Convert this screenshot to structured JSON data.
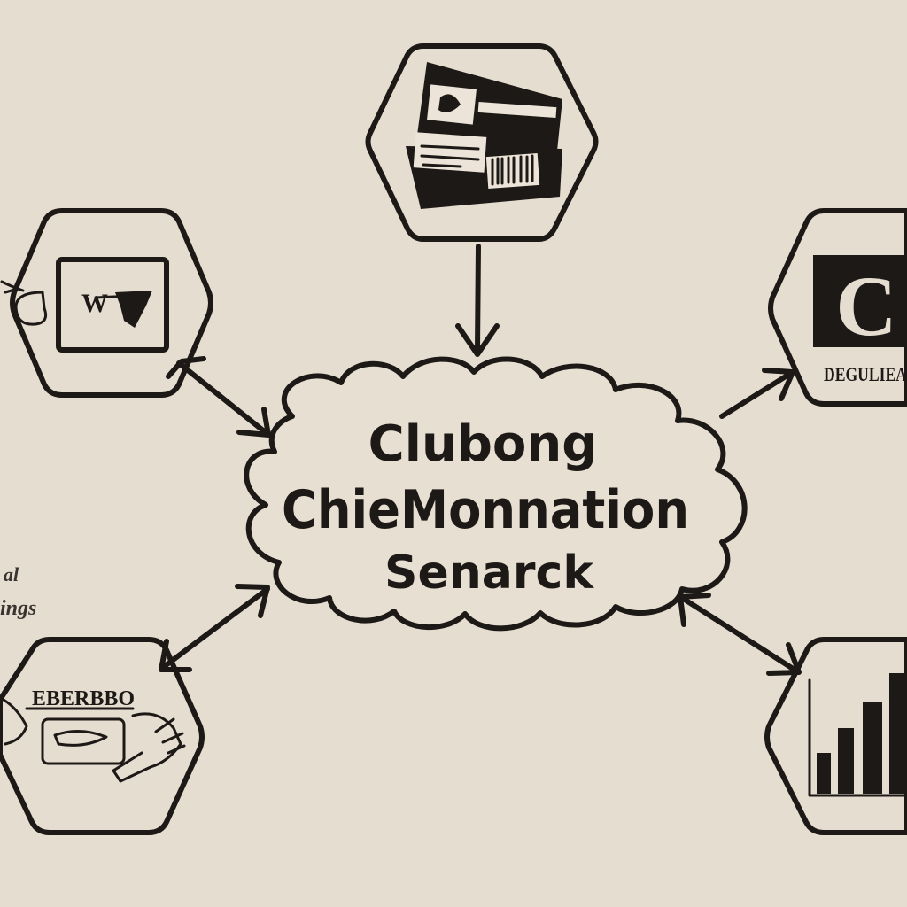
{
  "center": {
    "line1": "Clubong",
    "line2": "ChieMonnation",
    "line3": "Senarck"
  },
  "nodes": {
    "top": {
      "icon": "wallet-card-icon"
    },
    "left": {
      "icon": "window-screen-icon",
      "text": "W"
    },
    "right": {
      "icon": "letter-c-icon",
      "letter": "C",
      "text": "DEGULIEA"
    },
    "bottom_left": {
      "icon": "hand-card-icon",
      "text": "EBERBBO"
    },
    "bottom_right": {
      "icon": "bar-chart-icon",
      "bars": [
        0.25,
        0.55,
        0.7,
        0.9
      ]
    }
  },
  "side_text": {
    "line1": "al",
    "line2": "ings"
  },
  "colors": {
    "background": "#e6ddd1",
    "ink": "#1d1916"
  }
}
